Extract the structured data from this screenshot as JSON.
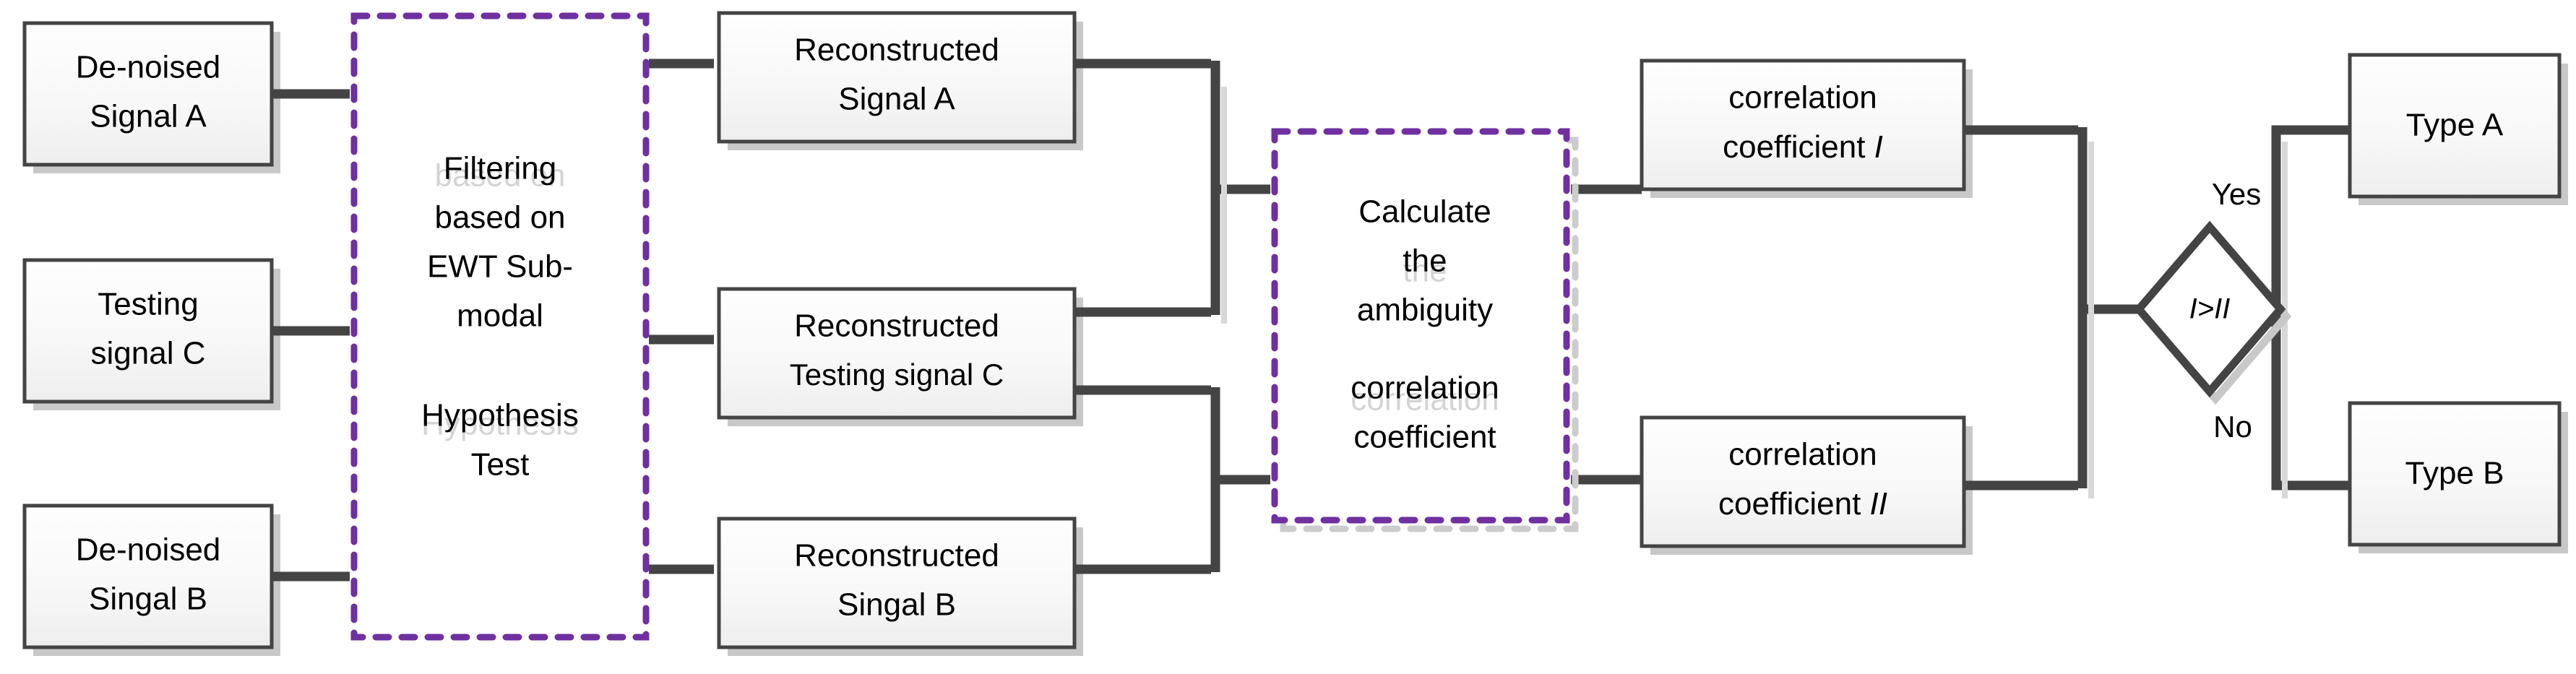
{
  "diagram": {
    "title": "EWT Sub-modal Hypothesis Test classification flowchart",
    "type": "flowchart",
    "colors": {
      "box_border": "#444444",
      "box_fill_top": "#fdfdfd",
      "box_fill_bottom": "#efefef",
      "arrow": "#444444",
      "dashed_accent": "#7030A0",
      "shadow": "#c8c8c8",
      "ghost_text": "#d4d4d4",
      "text": "#000000",
      "background": "#ffffff"
    },
    "inputs": [
      {
        "id": "in-a",
        "line1": "De-noised",
        "line2": "Signal A"
      },
      {
        "id": "in-c",
        "line1": "Testing",
        "line2": "signal C"
      },
      {
        "id": "in-b",
        "line1": "De-noised",
        "line2": "Singal B"
      }
    ],
    "process": {
      "id": "filtering",
      "lines": [
        "Filtering",
        "based on",
        "EWT Sub-",
        "modal",
        "Hypothesis",
        "Test"
      ],
      "ghost_lines": [
        "based on",
        "Hypothesis"
      ],
      "border_style": "dashed",
      "border_color": "#7030A0"
    },
    "reconstructed": [
      {
        "id": "rec-a",
        "line1": "Reconstructed",
        "line2": "Signal A"
      },
      {
        "id": "rec-c",
        "line1": "Reconstructed",
        "line2": "Testing signal C"
      },
      {
        "id": "rec-b",
        "line1": "Reconstructed",
        "line2": "Singal B"
      }
    ],
    "calculate": {
      "id": "calculate",
      "lines": [
        "Calculate",
        "the",
        "ambiguity",
        "correlation",
        "coefficient"
      ],
      "ghost_lines": [
        "the",
        "correlation"
      ],
      "border_style": "dashed",
      "border_color": "#7030A0"
    },
    "coefficients": [
      {
        "id": "coef-1",
        "line1": "correlation",
        "line2_prefix": "coefficient ",
        "line2_symbol": "I"
      },
      {
        "id": "coef-2",
        "line1": "correlation",
        "line2_prefix": "coefficient ",
        "line2_symbol": "II"
      }
    ],
    "decision": {
      "id": "decision",
      "label": "I>II",
      "shape": "diamond",
      "yes_label": "Yes",
      "no_label": "No"
    },
    "outcomes": [
      {
        "id": "type-a",
        "label": "Type A"
      },
      {
        "id": "type-b",
        "label": "Type B"
      }
    ]
  }
}
